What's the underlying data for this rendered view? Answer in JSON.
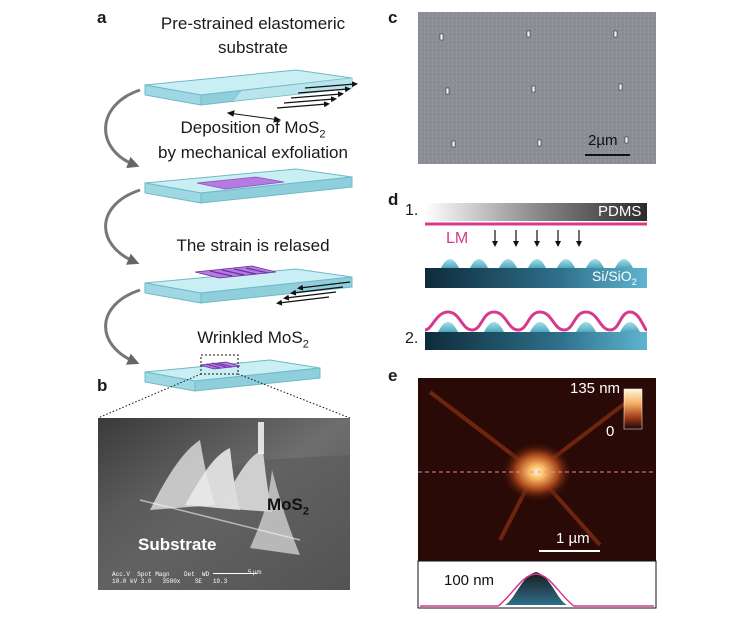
{
  "panels": {
    "a": "a",
    "b": "b",
    "c": "c",
    "d": "d",
    "e": "e"
  },
  "panel_a": {
    "step1_line1": "Pre-strained elastomeric",
    "step1_line2": "substrate",
    "step2_line1_pre": "Deposition of MoS",
    "step2_line1_sub": "2",
    "step2_line2": "by mechanical exfoliation",
    "step3": "The strain is relased",
    "step4_pre": "Wrinkled MoS",
    "step4_sub": "2"
  },
  "panel_b": {
    "label_mos2_pre": "MoS",
    "label_mos2_sub": "2",
    "label_substrate": "Substrate",
    "meta_row1": "Acc.V  Spot Magn    Det  WD",
    "meta_row2": "10.0 kV 3.0   3500x    SE   19.3",
    "scale": "5 µm"
  },
  "panel_c": {
    "scale": "2µm"
  },
  "panel_d": {
    "step1": "1.",
    "step2": "2.",
    "pdms": "PDMS",
    "lm": "LM",
    "substrate_pre": "Si/SiO",
    "substrate_sub": "2"
  },
  "panel_e": {
    "colorbar_max": "135 nm",
    "colorbar_min": "0",
    "scale": "1 µm",
    "profile_label": "100 nm"
  },
  "colors": {
    "slab_top": "#bfe9f0",
    "slab_side": "#8fd3df",
    "mos2": "#b57be0",
    "lm_line": "#d63a8c",
    "substrate_blue": "#2e6f8a",
    "afm_bg": "#2a0a06",
    "afm_glow": "#ffd98a"
  }
}
